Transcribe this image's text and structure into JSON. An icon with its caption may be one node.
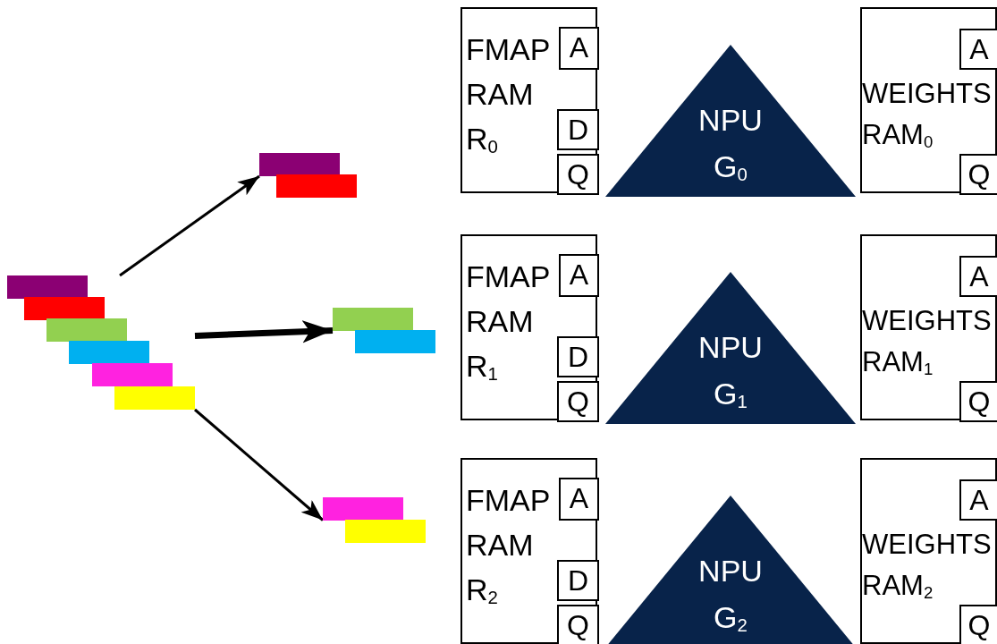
{
  "diagram": {
    "nodes": [
      {
        "text": [],
        "shape": "bar"
      },
      {
        "text": [],
        "shape": "bar"
      },
      {
        "text": [],
        "shape": "bar"
      },
      {
        "text": [],
        "shape": "bar"
      },
      {
        "text": [
          "FMAP RAM R$_{0}$"
        ]
      },
      {
        "text": [
          "A"
        ],
        "in": 4
      },
      {
        "text": [
          "D"
        ],
        "in": 4
      },
      {
        "text": [
          "Q"
        ],
        "in": 4
      },
      {
        "text": [
          "NPU G$_{0}$"
        ]
      },
      {
        "text": [
          "WEIGHTS RAM$_{0}$"
        ]
      },
      {
        "text": [
          "A"
        ],
        "in": 9
      },
      {
        "text": [
          "Q"
        ],
        "in": 9
      },
      {
        "text": [
          "FMAP RAM R$_{1}$"
        ]
      },
      {
        "text": [
          "A"
        ],
        "in": 12
      },
      {
        "text": [
          "D"
        ],
        "in": 12
      },
      {
        "text": [
          "Q"
        ],
        "in": 12
      },
      {
        "text": [
          "NPU G$_{1}$"
        ]
      },
      {
        "text": [
          "WEIGHTS RAM$_{1}$"
        ]
      },
      {
        "text": [
          "A"
        ],
        "in": 17
      },
      {
        "text": [
          "Q"
        ],
        "in": 17
      },
      {
        "text": [
          "FMAP RAM R$_{2}$"
        ]
      },
      {
        "text": [
          "A"
        ],
        "in": 20
      },
      {
        "text": [
          "D"
        ],
        "in": 20
      },
      {
        "text": [
          "Q"
        ],
        "in": 20
      },
      {
        "text": [
          "NPU G$_{2}$"
        ]
      },
      {
        "text": [
          "WEIGHTS RAM$_{2}$"
        ]
      },
      {
        "text": [
          "A"
        ],
        "in": 25
      },
      {
        "text": [
          "Q"
        ],
        "in": 25
      }
    ],
    "edges": [
      {
        "from": 0,
        "to": 1,
        "arrow": "to"
      },
      {
        "from": 0,
        "to": 2,
        "arrow": "to",
        "style": "thick"
      },
      {
        "from": 0,
        "to": 3,
        "arrow": "to"
      }
    ]
  }
}
